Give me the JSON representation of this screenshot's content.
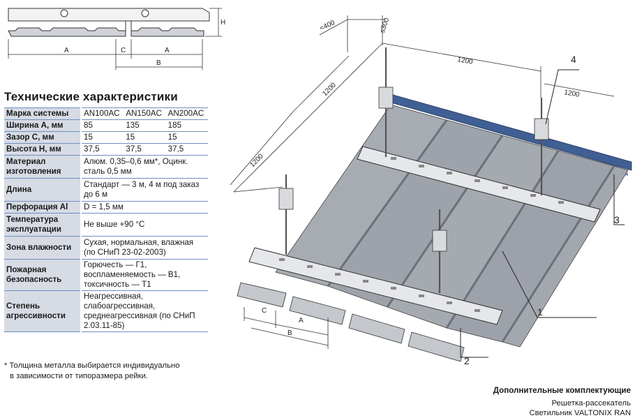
{
  "profile": {
    "dim_a_left": "A",
    "dim_c": "C",
    "dim_a_right": "A",
    "dim_b": "B",
    "dim_h": "H"
  },
  "specs": {
    "title": "Технические характеристики",
    "rows": [
      {
        "label": "Марка системы",
        "values": [
          "AN100AC",
          "AN150AC",
          "AN200AC"
        ]
      },
      {
        "label": "Ширина А, мм",
        "values": [
          "85",
          "135",
          "185"
        ]
      },
      {
        "label": "Зазор С, мм",
        "values": [
          "15",
          "15",
          "15"
        ]
      },
      {
        "label": "Высота Н, мм",
        "values": [
          "37,5",
          "37,5",
          "37,5"
        ]
      },
      {
        "label": "Материал изготовления",
        "text": "Алюм. 0,35–0,6 мм*, Оцинк. сталь 0,5 мм"
      },
      {
        "label": "Длина",
        "text": "Стандарт — 3 м, 4 м под заказ до 6 м"
      },
      {
        "label": "Перфорация Al",
        "text": "D = 1,5 мм"
      },
      {
        "label": "Температура эксплуатации",
        "text": "Не выше +90 °С"
      },
      {
        "label": "Зона влажности",
        "text": "Сухая, нормальная, влажная (по СНиП 23-02-2003)"
      },
      {
        "label": "Пожарная безопасность",
        "text": "Горючесть — Г1, воспламеняемость — В1, токсичность — Т1"
      },
      {
        "label": "Степень агрессивности",
        "text": "Неагрессивная, слабоагрессивная, среднеагрессивная (по СНиП 2.03.11-85)"
      }
    ],
    "footnote_line1": "* Толщина металла выбирается индивидуально",
    "footnote_line2": "в зависимости от типоразмера рейки."
  },
  "diagram": {
    "dim_400": "<400",
    "dim_300": "≤300",
    "dim_1200_top": "1200",
    "dim_1200_right": "1200",
    "dim_1200_left": "1200",
    "dim_1200_far_left": "1200",
    "callout_1": "1",
    "callout_2": "2",
    "callout_3": "3",
    "callout_4": "4",
    "dim_c": "C",
    "dim_a": "A",
    "dim_b": "B"
  },
  "accessories": {
    "title": "Дополнительные комплектующие",
    "items": [
      "Решетка-рассекатель",
      "Светильник VALTONIX RAN"
    ]
  },
  "colors": {
    "table_label_bg": "#d6dbe4",
    "table_border": "#6d8fbf",
    "panel_fill": "#9ea3ab",
    "carrier_blue": "#3f5f95"
  }
}
